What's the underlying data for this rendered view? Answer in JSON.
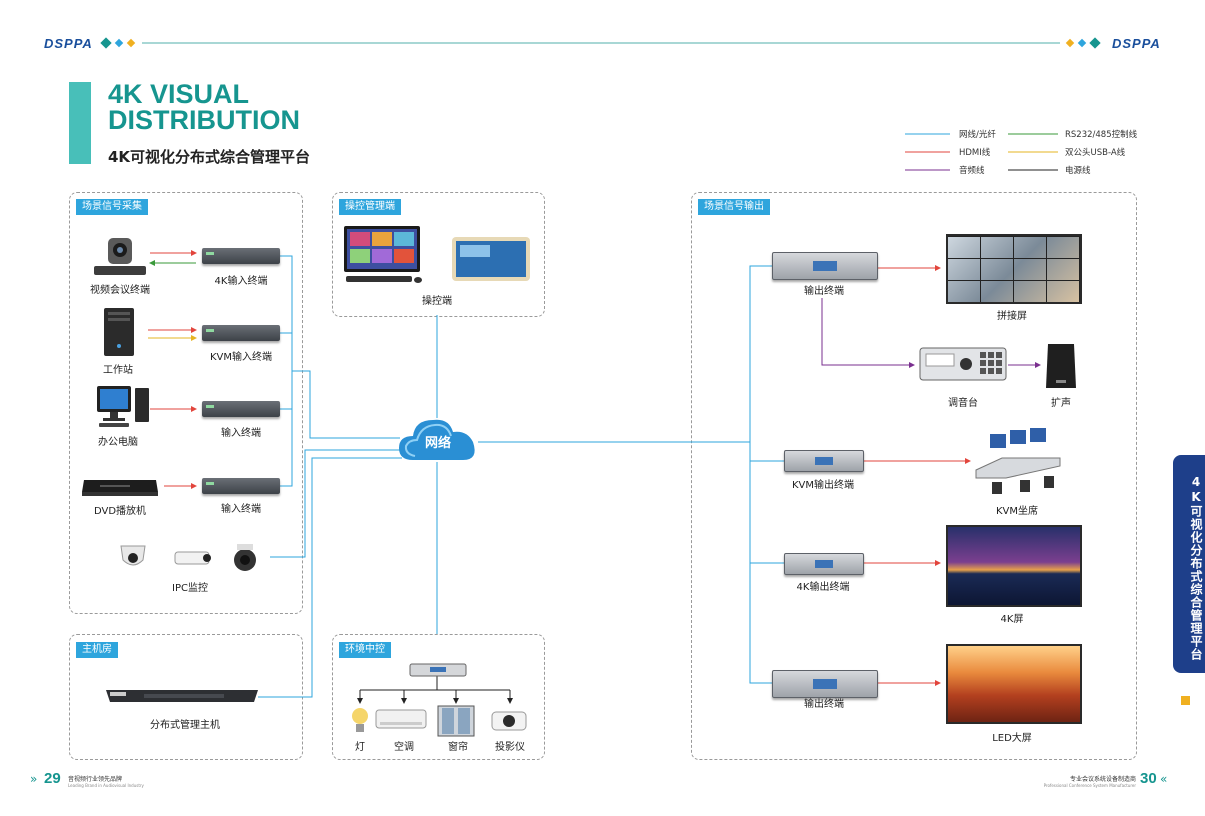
{
  "header": {
    "brand_left": "DSPPA",
    "brand_right": "DSPPA"
  },
  "title": {
    "line1": "4K VISUAL",
    "line2": "DISTRIBUTION",
    "subtitle": "4K可视化分布式综合管理平台"
  },
  "legend": [
    {
      "label": "网线/光纤",
      "color": "#2ea5dd"
    },
    {
      "label": "RS232/485控制线",
      "color": "#3a9a3a"
    },
    {
      "label": "HDMI线",
      "color": "#e2453c"
    },
    {
      "label": "双公头USB-A线",
      "color": "#e6b422"
    },
    {
      "label": "音频线",
      "color": "#7a2f8f"
    },
    {
      "label": "电源线",
      "color": "#222222"
    }
  ],
  "panels": {
    "capture": "场景信号采集",
    "control": "操控管理端",
    "output": "场景信号输出",
    "host": "主机房",
    "env": "环境中控"
  },
  "devices": {
    "video_conf": "视频会议终端",
    "input_4k": "4K输入终端",
    "workstation": "工作站",
    "kvm_input": "KVM输入终端",
    "office_pc": "办公电脑",
    "input_term_1": "输入终端",
    "dvd": "DVD播放机",
    "input_term_2": "输入终端",
    "ipc": "IPC监控",
    "console": "操控端",
    "network": "网络",
    "host_server": "分布式管理主机",
    "lamp": "灯",
    "ac": "空调",
    "curtain": "窗帘",
    "projector": "投影仪",
    "output_term_1": "输出终端",
    "splice": "拼接屏",
    "mixer": "调音台",
    "speaker": "扩声",
    "kvm_output": "KVM输出终端",
    "kvm_seat": "KVM坐席",
    "output_4k": "4K输出终端",
    "screen_4k": "4K屏",
    "output_term_2": "输出终端",
    "led": "LED大屏"
  },
  "side_tab": "4K可视化分布式综合管理平台",
  "footer": {
    "left_page": "29",
    "left_text": "音视频行业领先品牌",
    "left_sub": "Leading Brand in Audiovisual Industry",
    "right_page": "30",
    "right_text": "专业会议系统设备制造商",
    "right_sub": "Professional Conference System Manufacturer"
  }
}
